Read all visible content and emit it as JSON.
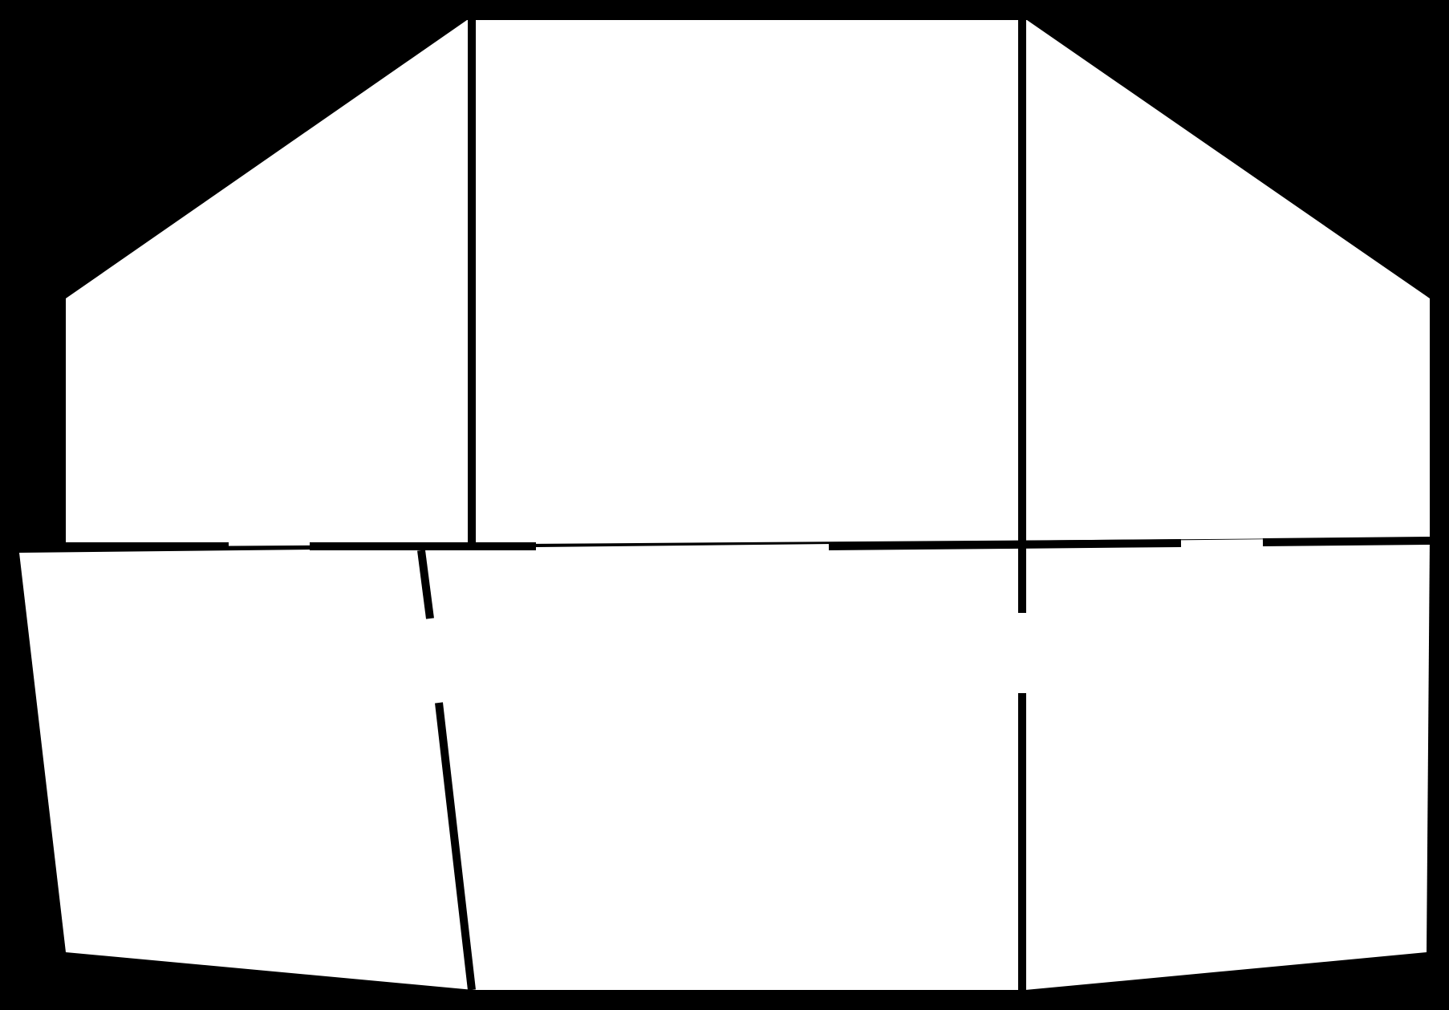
{
  "diagram": {
    "type": "floor-plan",
    "colors": {
      "background": "#000000",
      "room_fill": "#ffffff",
      "wall": "#000000"
    },
    "rooms": [
      {
        "id": "upper-left-room",
        "name": ""
      },
      {
        "id": "upper-center-room",
        "name": ""
      },
      {
        "id": "upper-right-room",
        "name": ""
      },
      {
        "id": "lower-left-room",
        "name": ""
      },
      {
        "id": "lower-center-room",
        "name": ""
      },
      {
        "id": "lower-right-room",
        "name": ""
      }
    ],
    "doorways": [
      {
        "id": "doorway-upper-left",
        "between": [
          "upper-left-room",
          "lower-left-room"
        ]
      },
      {
        "id": "doorway-upper-center",
        "between": [
          "upper-center-room",
          "lower-center-room"
        ]
      },
      {
        "id": "doorway-upper-right",
        "between": [
          "upper-right-room",
          "lower-right-room"
        ]
      },
      {
        "id": "doorway-lower-left",
        "between": [
          "lower-left-room",
          "lower-center-room"
        ]
      },
      {
        "id": "doorway-lower-right",
        "between": [
          "lower-center-room",
          "lower-right-room"
        ]
      }
    ]
  }
}
